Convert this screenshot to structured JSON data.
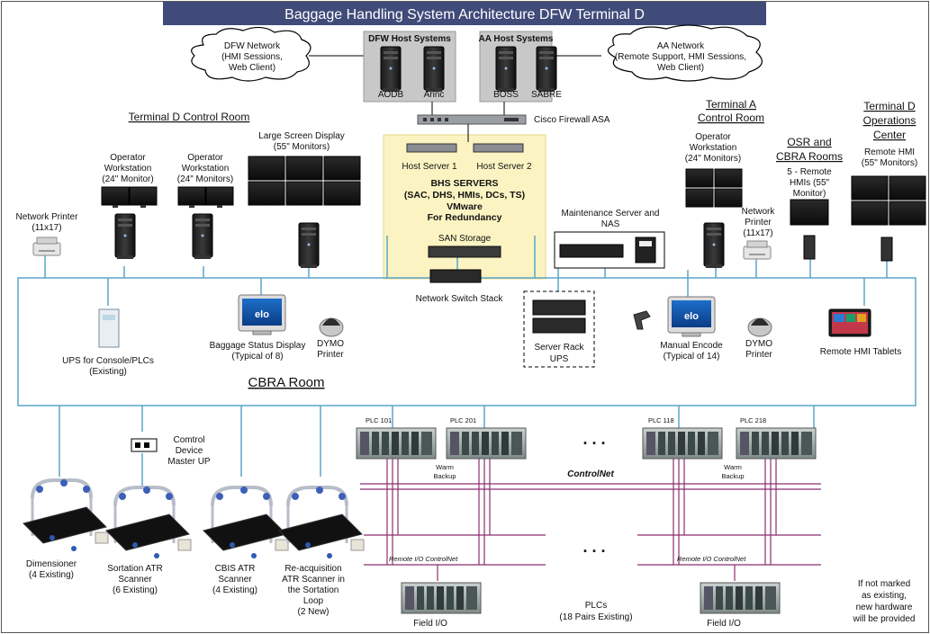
{
  "title": "Baggage Handling System Architecture DFW Terminal D",
  "clouds": {
    "dfw": [
      "DFW Network",
      "(HMI Sessions,",
      "Web Client)"
    ],
    "aa": [
      "AA Network",
      "(Remote Support, HMI Sessions,",
      "Web Client)"
    ]
  },
  "dfw_host": {
    "title": "DFW Host Systems",
    "servers": [
      "AODB",
      "Arinc"
    ]
  },
  "aa_host": {
    "title": "AA Host Systems",
    "servers": [
      "BOSS",
      "SABRE"
    ]
  },
  "firewall": "Cisco Firewall ASA",
  "host_servers": [
    "Host Server 1",
    "Host Server 2"
  ],
  "bhs_servers": [
    "BHS SERVERS",
    "(SAC, DHS, HMIs, DCs, TS)",
    "VMware",
    "For Redundancy"
  ],
  "san_storage": "SAN Storage",
  "network_switch": "Network Switch Stack",
  "terminal_d_control_room": "Terminal D Control Room",
  "operator_ws_1": [
    "Operator",
    "Workstation",
    "(24\" Monitor)"
  ],
  "operator_ws_2": [
    "Operator",
    "Workstation",
    "(24\" Monitors)"
  ],
  "large_screen": [
    "Large Screen Display",
    "(55\" Monitors)"
  ],
  "network_printer_left": [
    "Network Printer",
    "(11x17)"
  ],
  "terminal_a": [
    "Terminal A",
    "Control Room"
  ],
  "operator_ws_a": [
    "Operator",
    "Workstation",
    "(24\" Monitors)"
  ],
  "network_printer_right": [
    "Network",
    "Printer",
    "(11x17)"
  ],
  "osr_cbra": [
    "OSR and",
    "CBRA Rooms"
  ],
  "remote_hmis": [
    "5 - Remote",
    "HMIs (55\"",
    "Monitor)"
  ],
  "terminal_d_ops": [
    "Terminal D",
    "Operations",
    "Center"
  ],
  "remote_hmi": [
    "Remote HMI",
    "(55\" Monitors)"
  ],
  "maintenance_server": [
    "Maintenance Server and",
    "NAS"
  ],
  "ups_console": [
    "UPS for Console/PLCs",
    "(Existing)"
  ],
  "baggage_status": [
    "Baggage Status Display",
    "(Typical of 8)"
  ],
  "dymo_printer": [
    "DYMO",
    "Printer"
  ],
  "server_rack_ups": [
    "Server Rack",
    "UPS"
  ],
  "manual_encode": [
    "Manual Encode",
    "(Typical of 14)"
  ],
  "remote_hmi_tablets": "Remote HMI Tablets",
  "cbra_room": "CBRA Room",
  "control_device": [
    "Comtrol",
    "Device",
    "Master UP"
  ],
  "plc_labels": [
    "PLC 101",
    "PLC 201",
    "PLC 118",
    "PLC 218"
  ],
  "warm_backup": [
    "Warm",
    "Backup"
  ],
  "controlnet": "ControlNet",
  "remote_io": "Remote I/O ControlNet",
  "ellipsis": ". . .",
  "scanners": [
    [
      "Dimensioner",
      "(4 Existing)"
    ],
    [
      "Sortation ATR",
      "Scanner",
      "(6 Existing)"
    ],
    [
      "CBIS ATR",
      "Scanner",
      "(4 Existing)"
    ],
    [
      "Re-acquisition",
      "ATR Scanner in",
      "the Sortation",
      "Loop",
      "(2 New)"
    ]
  ],
  "field_io": "Field I/O",
  "plcs_note": [
    "PLCs",
    "(18 Pairs Existing)"
  ],
  "footnote": [
    "If not marked",
    "as existing,",
    "new hardware",
    "will be provided"
  ],
  "elo": "elo",
  "colors": {
    "title_bar": "#404b7a",
    "network_line": "#5aa6c9",
    "host_box": "#c8c8c8",
    "server_zone": "#fbf4c2",
    "controlnet_line": "#8b2f6e",
    "cloud_fill": "#ffffff"
  }
}
